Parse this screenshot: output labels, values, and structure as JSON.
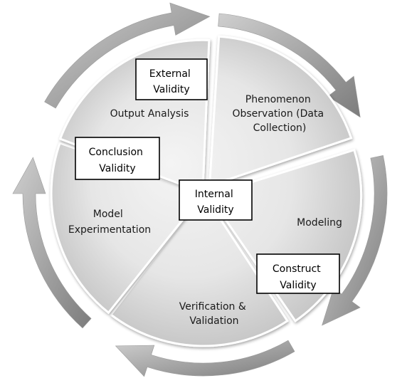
{
  "segments": {
    "phenomenon": [
      "Phenomenon",
      "Observation (Data",
      "Collection)"
    ],
    "modeling": [
      "Modeling"
    ],
    "verification": [
      "Verification &",
      "Validation"
    ],
    "experimentation": [
      "Model",
      "Experimentation"
    ],
    "output": [
      "Output Analysis"
    ]
  },
  "validity_boxes": {
    "external": [
      "External",
      "Validity"
    ],
    "conclusion": [
      "Conclusion",
      "Validity"
    ],
    "internal": [
      "Internal",
      "Validity"
    ],
    "construct": [
      "Construct",
      "Validity"
    ]
  },
  "colors": {
    "segment_light": "#f4f4f4",
    "segment_dark": "#bdbdbd",
    "arrow_light": "#cfcfcf",
    "arrow_dark": "#7c7c7c"
  }
}
